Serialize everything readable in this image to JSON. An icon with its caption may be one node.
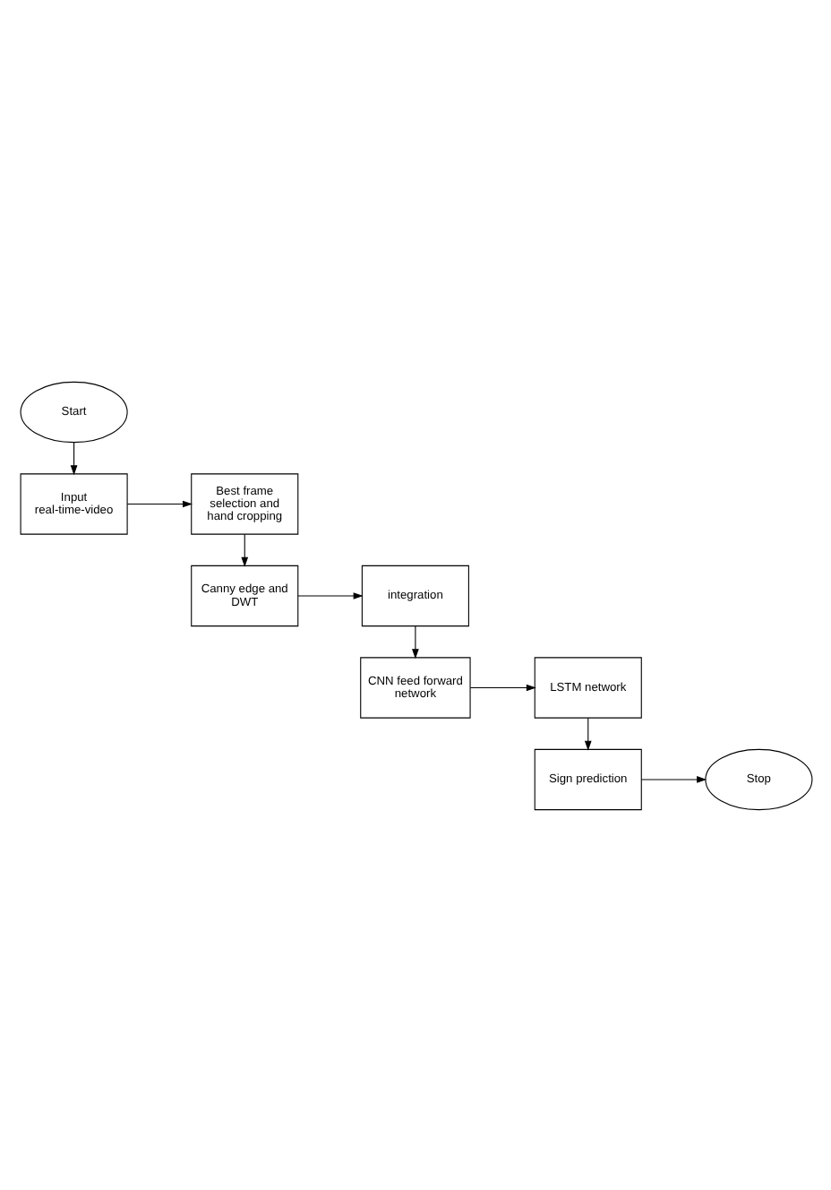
{
  "diagram": {
    "nodes": [
      {
        "text": [
          "Start"
        ]
      },
      {
        "text": [
          "Input real-time-video"
        ]
      },
      {
        "text": [
          "Best frame selection and hand cropping"
        ]
      },
      {
        "text": [
          "Canny edge and DWT"
        ]
      },
      {
        "text": [
          "integration"
        ]
      },
      {
        "text": [
          "CNN feed forward network"
        ]
      },
      {
        "text": [
          "LSTM network"
        ]
      },
      {
        "text": [
          "Sign prediction"
        ]
      },
      {
        "text": [
          "Stop"
        ]
      }
    ],
    "edges": [
      {
        "from": 0,
        "to": 1,
        "arrow": "to"
      },
      {
        "from": 1,
        "to": 2,
        "arrow": "to"
      },
      {
        "from": 2,
        "to": 3,
        "arrow": "to"
      },
      {
        "from": 3,
        "to": 4,
        "arrow": "to"
      },
      {
        "from": 4,
        "to": 5,
        "arrow": "to"
      },
      {
        "from": 5,
        "to": 6,
        "arrow": "to"
      },
      {
        "from": 6,
        "to": 7,
        "arrow": "to"
      },
      {
        "from": 7,
        "to": 8,
        "arrow": "to"
      }
    ]
  }
}
